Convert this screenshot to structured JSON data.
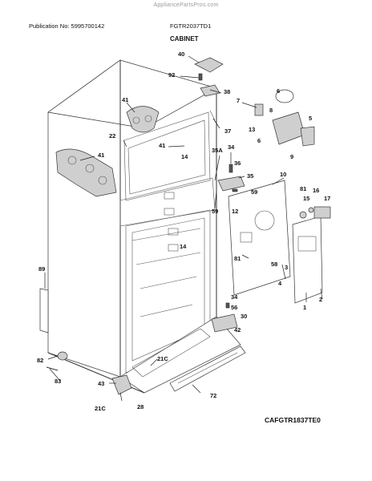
{
  "header": {
    "watermark": "AppliancePartsPros.com",
    "publication": "Publication No: 5995700142",
    "model": "FGTR2037TD1",
    "section": "CABINET"
  },
  "footer": {
    "diagram_code": "CAFGTR1837TE0"
  },
  "callouts": [
    "40",
    "92",
    "38",
    "41",
    "7",
    "6",
    "22",
    "13",
    "8",
    "5",
    "37",
    "6",
    "9",
    "41",
    "14",
    "34",
    "35A",
    "36",
    "35",
    "41",
    "59",
    "10",
    "81",
    "16",
    "59",
    "15",
    "17",
    "12",
    "14",
    "81",
    "58",
    "89",
    "3",
    "4",
    "34",
    "56",
    "1",
    "2",
    "30",
    "42",
    "82",
    "21C",
    "83",
    "43",
    "72",
    "28",
    "21C"
  ]
}
